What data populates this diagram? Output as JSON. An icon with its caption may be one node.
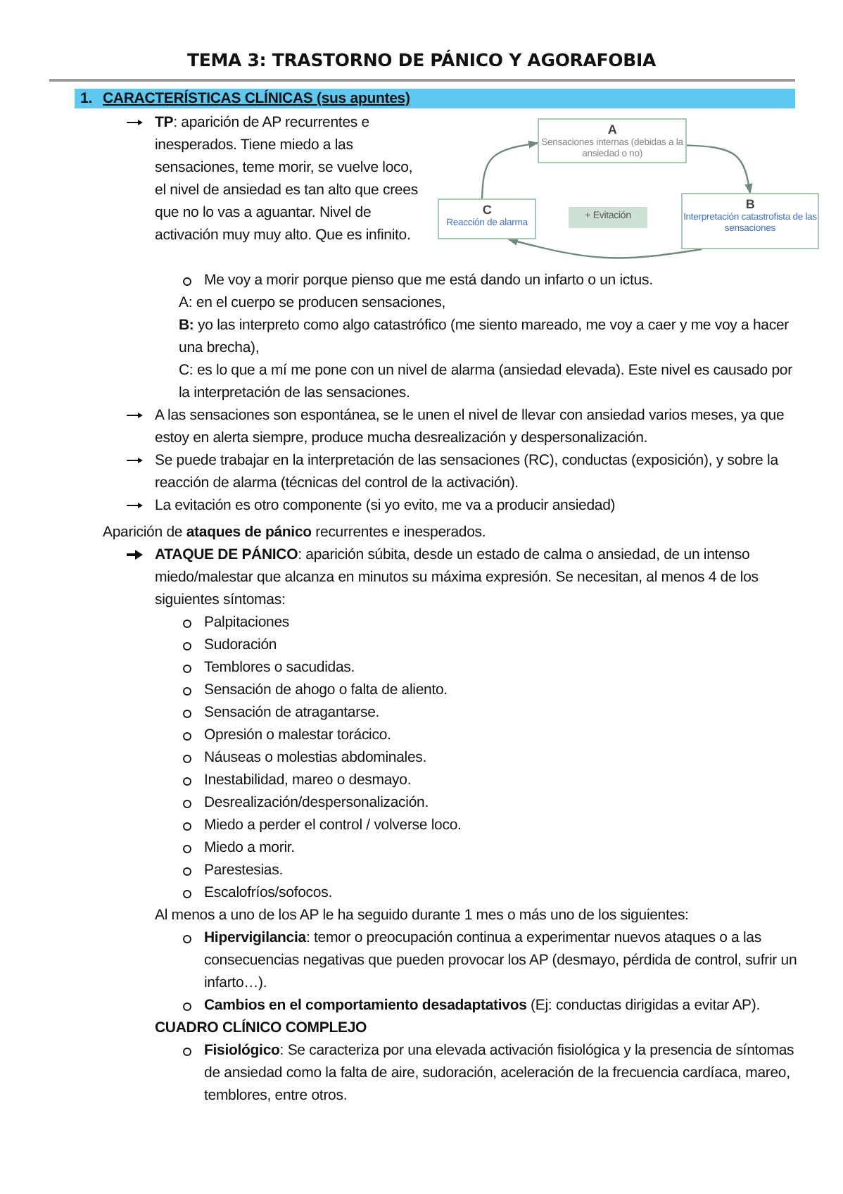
{
  "diagram": {
    "title": "TEMA 3: TRASTORNO DE PÁNICO Y AGORAFOBIA",
    "nodes": [
      {
        "text": [
          "A",
          "Sensaciones internas (debidas a la ansiedad o no)"
        ]
      },
      {
        "text": [
          "C",
          "Reacción de alarma"
        ]
      },
      {
        "text": [
          "+ Evitación"
        ]
      },
      {
        "text": [
          "B",
          "Interpretación catastrofista de las sensaciones"
        ]
      }
    ],
    "edges": [
      {
        "from": 0,
        "to": 3,
        "arrow": "to"
      },
      {
        "from": 3,
        "to": 1,
        "arrow": "to"
      },
      {
        "from": 1,
        "to": 0,
        "arrow": "to"
      }
    ],
    "labels": [
      "1.",
      "CARACTERÍSTICAS CLÍNICAS  (sus apuntes)",
      "**TP**: aparición de AP recurrentes e inesperados. Tiene miedo a las sensaciones, teme morir, se vuelve loco, el nivel de ansiedad es tan alto que crees que no lo vas a aguantar. Nivel de activación muy muy alto. Que es infinito.",
      "Me voy a morir porque pienso que me está dando un infarto o un ictus.",
      "A: en el cuerpo se producen sensaciones,",
      "**B:** yo las interpreto como algo catastrófico (me siento mareado, me voy a caer y me voy a hacer una brecha),",
      "C: es lo que a mí me pone con un nivel de alarma (ansiedad elevada). Este nivel es causado por la interpretación de las sensaciones.",
      "A las sensaciones son espontánea, se le unen el nivel de llevar con ansiedad varios meses, ya que estoy en alerta siempre, produce mucha desrealización y despersonalización.",
      "Se puede trabajar en la interpretación de las sensaciones (RC), conductas (exposición), y sobre la reacción de alarma (técnicas del control de la activación).",
      "La evitación es otro componente (si yo evito, me va a producir ansiedad)",
      "Aparición de **ataques de pánico** recurrentes e inesperados.",
      "**ATAQUE DE PÁNICO**: aparición súbita, desde un estado de calma o ansiedad, de un intenso miedo/malestar que alcanza en minutos su máxima expresión. Se necesitan, al menos 4 de los siguientes síntomas:",
      "Palpitaciones",
      "Sudoración",
      "Temblores o sacudidas.",
      "Sensación de ahogo o falta de aliento.",
      "Sensación de atragantarse.",
      "Opresión o malestar torácico.",
      "Náuseas o molestias abdominales.",
      "Inestabilidad, mareo o desmayo.",
      "Desrealización/despersonalización.",
      "Miedo a perder el control / volverse loco.",
      "Miedo a morir.",
      "Parestesias.",
      "Escalofríos/sofocos.",
      "Al menos a uno de los AP le ha seguido durante 1 mes o más uno de los siguientes:",
      "**Hipervigilancia**: temor o preocupación continua a experimentar nuevos ataques o a las consecuencias negativas que pueden provocar los AP (desmayo, pérdida de control, sufrir un infarto…).",
      "**Cambios en el comportamiento desadaptativos** (Ej: conductas dirigidas a evitar AP).",
      "CUADRO CLÍNICO COMPLEJO",
      "**Fisiológico**: Se caracteriza por una elevada activación fisiológica y la presencia de síntomas de ansiedad como la falta de aire, sudoración, aceleración de la frecuencia cardíaca, mareo, temblores, entre otros."
    ]
  }
}
